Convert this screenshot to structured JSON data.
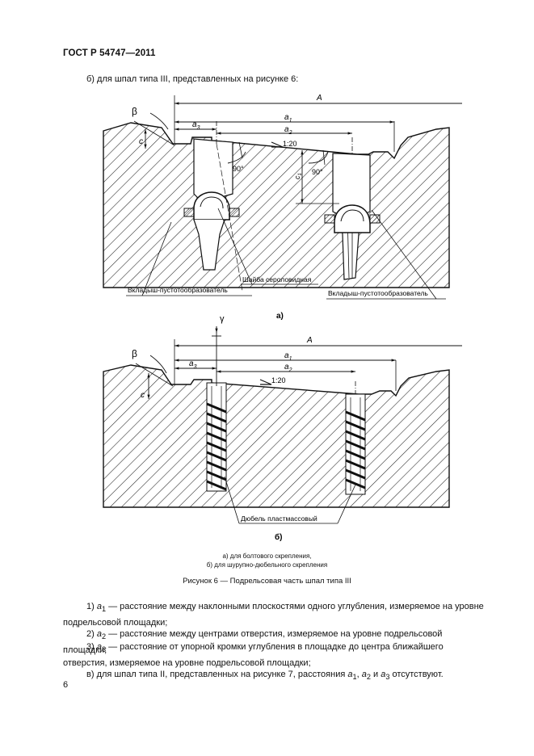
{
  "header": {
    "doc_code": "ГОСТ Р 54747—2011"
  },
  "intro": "б) для шпал типа III, представленных на рисунке 6:",
  "figure_a": {
    "labels": {
      "A": "A",
      "a1": "a",
      "a1_sub": "1",
      "a2": "a",
      "a2_sub": "2",
      "a3": "a",
      "a3_sub": "3",
      "beta": "β",
      "c": "c",
      "c1": "c",
      "c1_sub": "1",
      "slope": "1:20",
      "angle1": "90°",
      "angle2": "90°",
      "washer": "Шайба сероловидная",
      "insert_left": "Вкладыш-пустотообразователь",
      "insert_right": "Вкладыш-пустотообразователь"
    },
    "letter": "а)"
  },
  "figure_b": {
    "labels": {
      "A": "A",
      "a1": "a",
      "a1_sub": "1",
      "a2": "a",
      "a2_sub": "2",
      "a3": "a",
      "a3_sub": "3",
      "beta": "β",
      "c": "c",
      "gamma": "γ",
      "slope": "1:20",
      "dowel": "Дюбель пластмассовый"
    },
    "letter": "б)"
  },
  "captions": {
    "line1": "а) для болтового скрепления,",
    "line2": "б) для шурупно-дюбельного скрепления",
    "title": "Рисунок 6 — Подрельсовая часть шпал типа III"
  },
  "paragraphs": [
    {
      "num": "1) ",
      "sym": "a",
      "sub": "1",
      "text": " — расстояние между наклонными плоскостями одного углубления, измеряемое на уровне подрельсовой площадки;"
    },
    {
      "num": "2) ",
      "sym": "a",
      "sub": "2",
      "text": " — расстояние между центрами отверстия, измеряемое на уровне подрельсовой площадки;"
    },
    {
      "num": "3) ",
      "sym": "a",
      "sub": "3",
      "text": " — расстояние от упорной кромки углубления в площадке до центра ближайшего отверстия, измеряемое на уровне подрельсовой площадки;"
    }
  ],
  "last_paragraph": {
    "pre": "в) для шпал типа II, представленных на рисунке 7, расстояния ",
    "s1": "a",
    "s1sub": "1",
    "sep1": ", ",
    "s2": "a",
    "s2sub": "2",
    "sep2": " и ",
    "s3": "a",
    "s3sub": "3",
    "post": " отсутствуют."
  },
  "page_number": "6"
}
